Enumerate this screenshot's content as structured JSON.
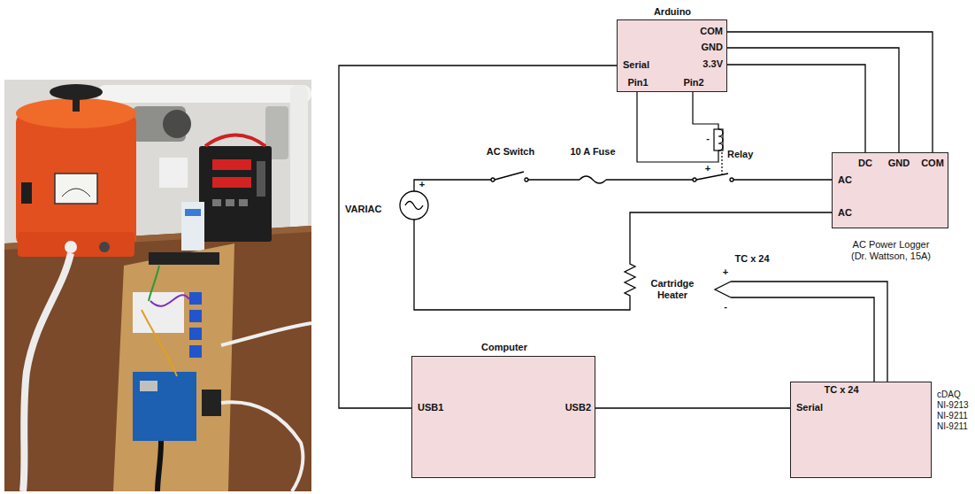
{
  "diagram": {
    "nodes": [
      {
        "text": [
          "Arduino",
          "Serial",
          "Pin1",
          "Pin2",
          "COM",
          "GND",
          "3.3V"
        ]
      },
      {
        "text": [
          "DC",
          "GND",
          "COM",
          "AC",
          "AC",
          "AC Power Logger (Dr. Wattson, 15A)"
        ]
      },
      {
        "text": [
          "Computer",
          "USB1",
          "USB2"
        ]
      },
      {
        "text": [
          "TC x 24",
          "Serial",
          "cDAQ NI-9213 NI-9211 NI-9211"
        ]
      }
    ],
    "edges": [
      {
        "from": 0,
        "to": 2,
        "arrow": "none"
      },
      {
        "from": 0,
        "to": 1,
        "arrow": "none"
      },
      {
        "from": 0,
        "to": 1,
        "arrow": "none"
      },
      {
        "from": 0,
        "to": 1,
        "arrow": "none"
      },
      {
        "from": 2,
        "to": 3,
        "arrow": "none"
      }
    ],
    "labels": [
      "-",
      "AC Switch",
      "10 A Fuse",
      "Relay",
      "+",
      "+",
      "VARIAC",
      "TC x 24",
      "+",
      "Cartridge Heater",
      "-"
    ]
  }
}
